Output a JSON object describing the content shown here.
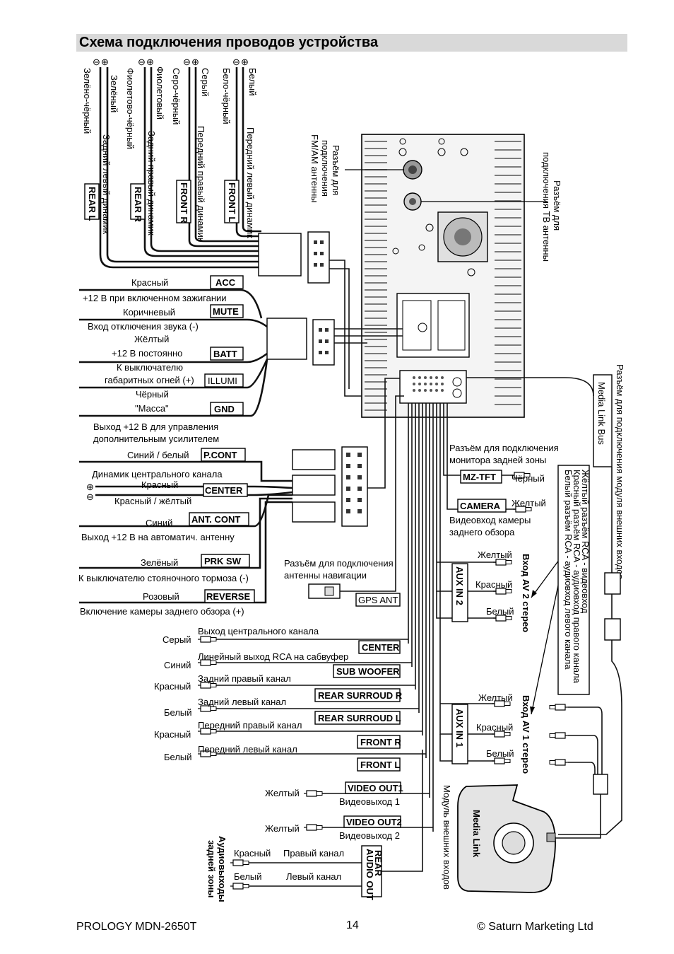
{
  "title": "Схема подключения проводов устройства",
  "footer": {
    "model": "PROLOGY MDN-2650T",
    "page_number": "14",
    "copyright": "© Saturn Marketing Ltd"
  },
  "speakers": {
    "polarity_minus": "⊖",
    "polarity_plus": "⊕",
    "rear_l": {
      "tag": "REAR L",
      "caption": "Задний левый динамик",
      "wire_minus": "Зелёно-чёрный",
      "wire_plus": "Зелёный"
    },
    "rear_r": {
      "tag": "REAR R",
      "caption": "Задний правый динамик",
      "wire_minus": "Фиолетово-чёрный",
      "wire_plus": "Фиолетовый"
    },
    "front_r": {
      "tag": "FRONT R",
      "caption": "Передний правый динамик",
      "wire_minus": "Серо-чёрный",
      "wire_plus": "Серый"
    },
    "front_l": {
      "tag": "FRONT L",
      "caption": "Передний левый динамик",
      "wire_minus": "Бело-чёрный",
      "wire_plus": "Белый"
    }
  },
  "head_unit": {
    "fm_am_antenna": "Разъём для подключения FM/AM антенны",
    "tv_antenna": "Разъём для подключения ТВ антенны"
  },
  "power": {
    "acc": {
      "tag": "ACC",
      "color": "Красный",
      "desc": "+12 В при включенном зажигании"
    },
    "mute": {
      "tag": "MUTE",
      "color": "Коричневый",
      "desc": "Вход отключения звука (-)"
    },
    "batt": {
      "tag": "BATT",
      "color": "Жёлтый",
      "desc": "+12 В постоянно"
    },
    "illumi": {
      "tag": "ILLUMI",
      "desc1": "К выключателю",
      "desc2": "габаритных огней (+)"
    },
    "gnd": {
      "tag": "GND",
      "color": "Чёрный",
      "desc": "\"Масса\""
    }
  },
  "control": {
    "pcont": {
      "tag": "P.CONT",
      "desc1": "Выход +12 В для управления",
      "desc2": "дополнительным усилителем",
      "color": "Синий / белый"
    },
    "center": {
      "tag": "CENTER",
      "desc": "Динамик центрального канала",
      "color1": "Красный",
      "color2": "Красный / жёлтый"
    },
    "antcont": {
      "tag": "ANT. CONT",
      "color": "Синий",
      "desc": "Выход +12 В на автоматич. антенну"
    },
    "prksw": {
      "tag": "PRK SW",
      "color": "Зелёный",
      "desc": "К выключателю стояночного тормоза (-)"
    },
    "reverse": {
      "tag": "REVERSE",
      "color": "Розовый",
      "desc": "Включение камеры заднего обзора (+)"
    }
  },
  "gps": {
    "desc1": "Разъём для подключения",
    "desc2": "антенны навигации",
    "tag": "GPS ANT"
  },
  "rca_out": {
    "center": {
      "color": "Серый",
      "desc": "Выход центрального канала",
      "tag": "CENTER"
    },
    "subwoofer": {
      "color": "Синий",
      "desc": "Линейный выход RCA на сабвуфер",
      "tag": "SUB WOOFER"
    },
    "rear_r": {
      "color": "Красный",
      "desc": "Задний правый канал",
      "tag": "REAR SURROUD R"
    },
    "rear_l": {
      "color": "Белый",
      "desc": "Задний левый канал",
      "tag": "REAR SURROUD L"
    },
    "front_r": {
      "color": "Красный",
      "desc": "Передний правый канал",
      "tag": "FRONT R"
    },
    "front_l": {
      "color": "Белый",
      "desc": "Передний левый канал",
      "tag": "FRONT L"
    }
  },
  "video_out": {
    "out1": {
      "color": "Желтый",
      "tag": "VIDEO OUT1",
      "desc": "Видеовыход 1"
    },
    "out2": {
      "color": "Желтый",
      "tag": "VIDEO OUT2",
      "desc": "Видеовыход 2"
    }
  },
  "rear_audio": {
    "side": "Аудиовыходы задней зоны",
    "tag": "REAR AUDIO OUT",
    "right_color": "Красный",
    "right_desc": "Правый канал",
    "left_color": "Белый",
    "left_desc": "Левый канал"
  },
  "right_side": {
    "mz_desc1": "Разъём для подключения",
    "mz_desc2": "монитора задней зоны",
    "mz_tag": "MZ-TFT",
    "mz_color": "Чёрный",
    "camera_tag": "CAMERA",
    "camera_color": "Желтый",
    "camera_desc1": "Видеовход камеры",
    "camera_desc2": "заднего обзора",
    "aux2_tag": "AUX IN 2",
    "aux2_side": "Вход AV 2 стерео",
    "aux1_tag": "AUX IN 1",
    "aux1_side": "Вход AV 1 стерео",
    "aux_yellow": "Желтый",
    "aux_red": "Красный",
    "aux_white": "Белый",
    "medialink_bus": "Media Link Bus",
    "medialink_note": "Разъём для подключения модуля внешних входов",
    "rca_legend1": "Жёлтый разъём RCA - видеовход",
    "rca_legend2": "Красный разъём RCA - аудиовход правого канала",
    "rca_legend3": "Белый разъём RCA - аудиовход левого канала",
    "module_label": "Media Link",
    "module_caption": "Модуль внешних входов"
  }
}
